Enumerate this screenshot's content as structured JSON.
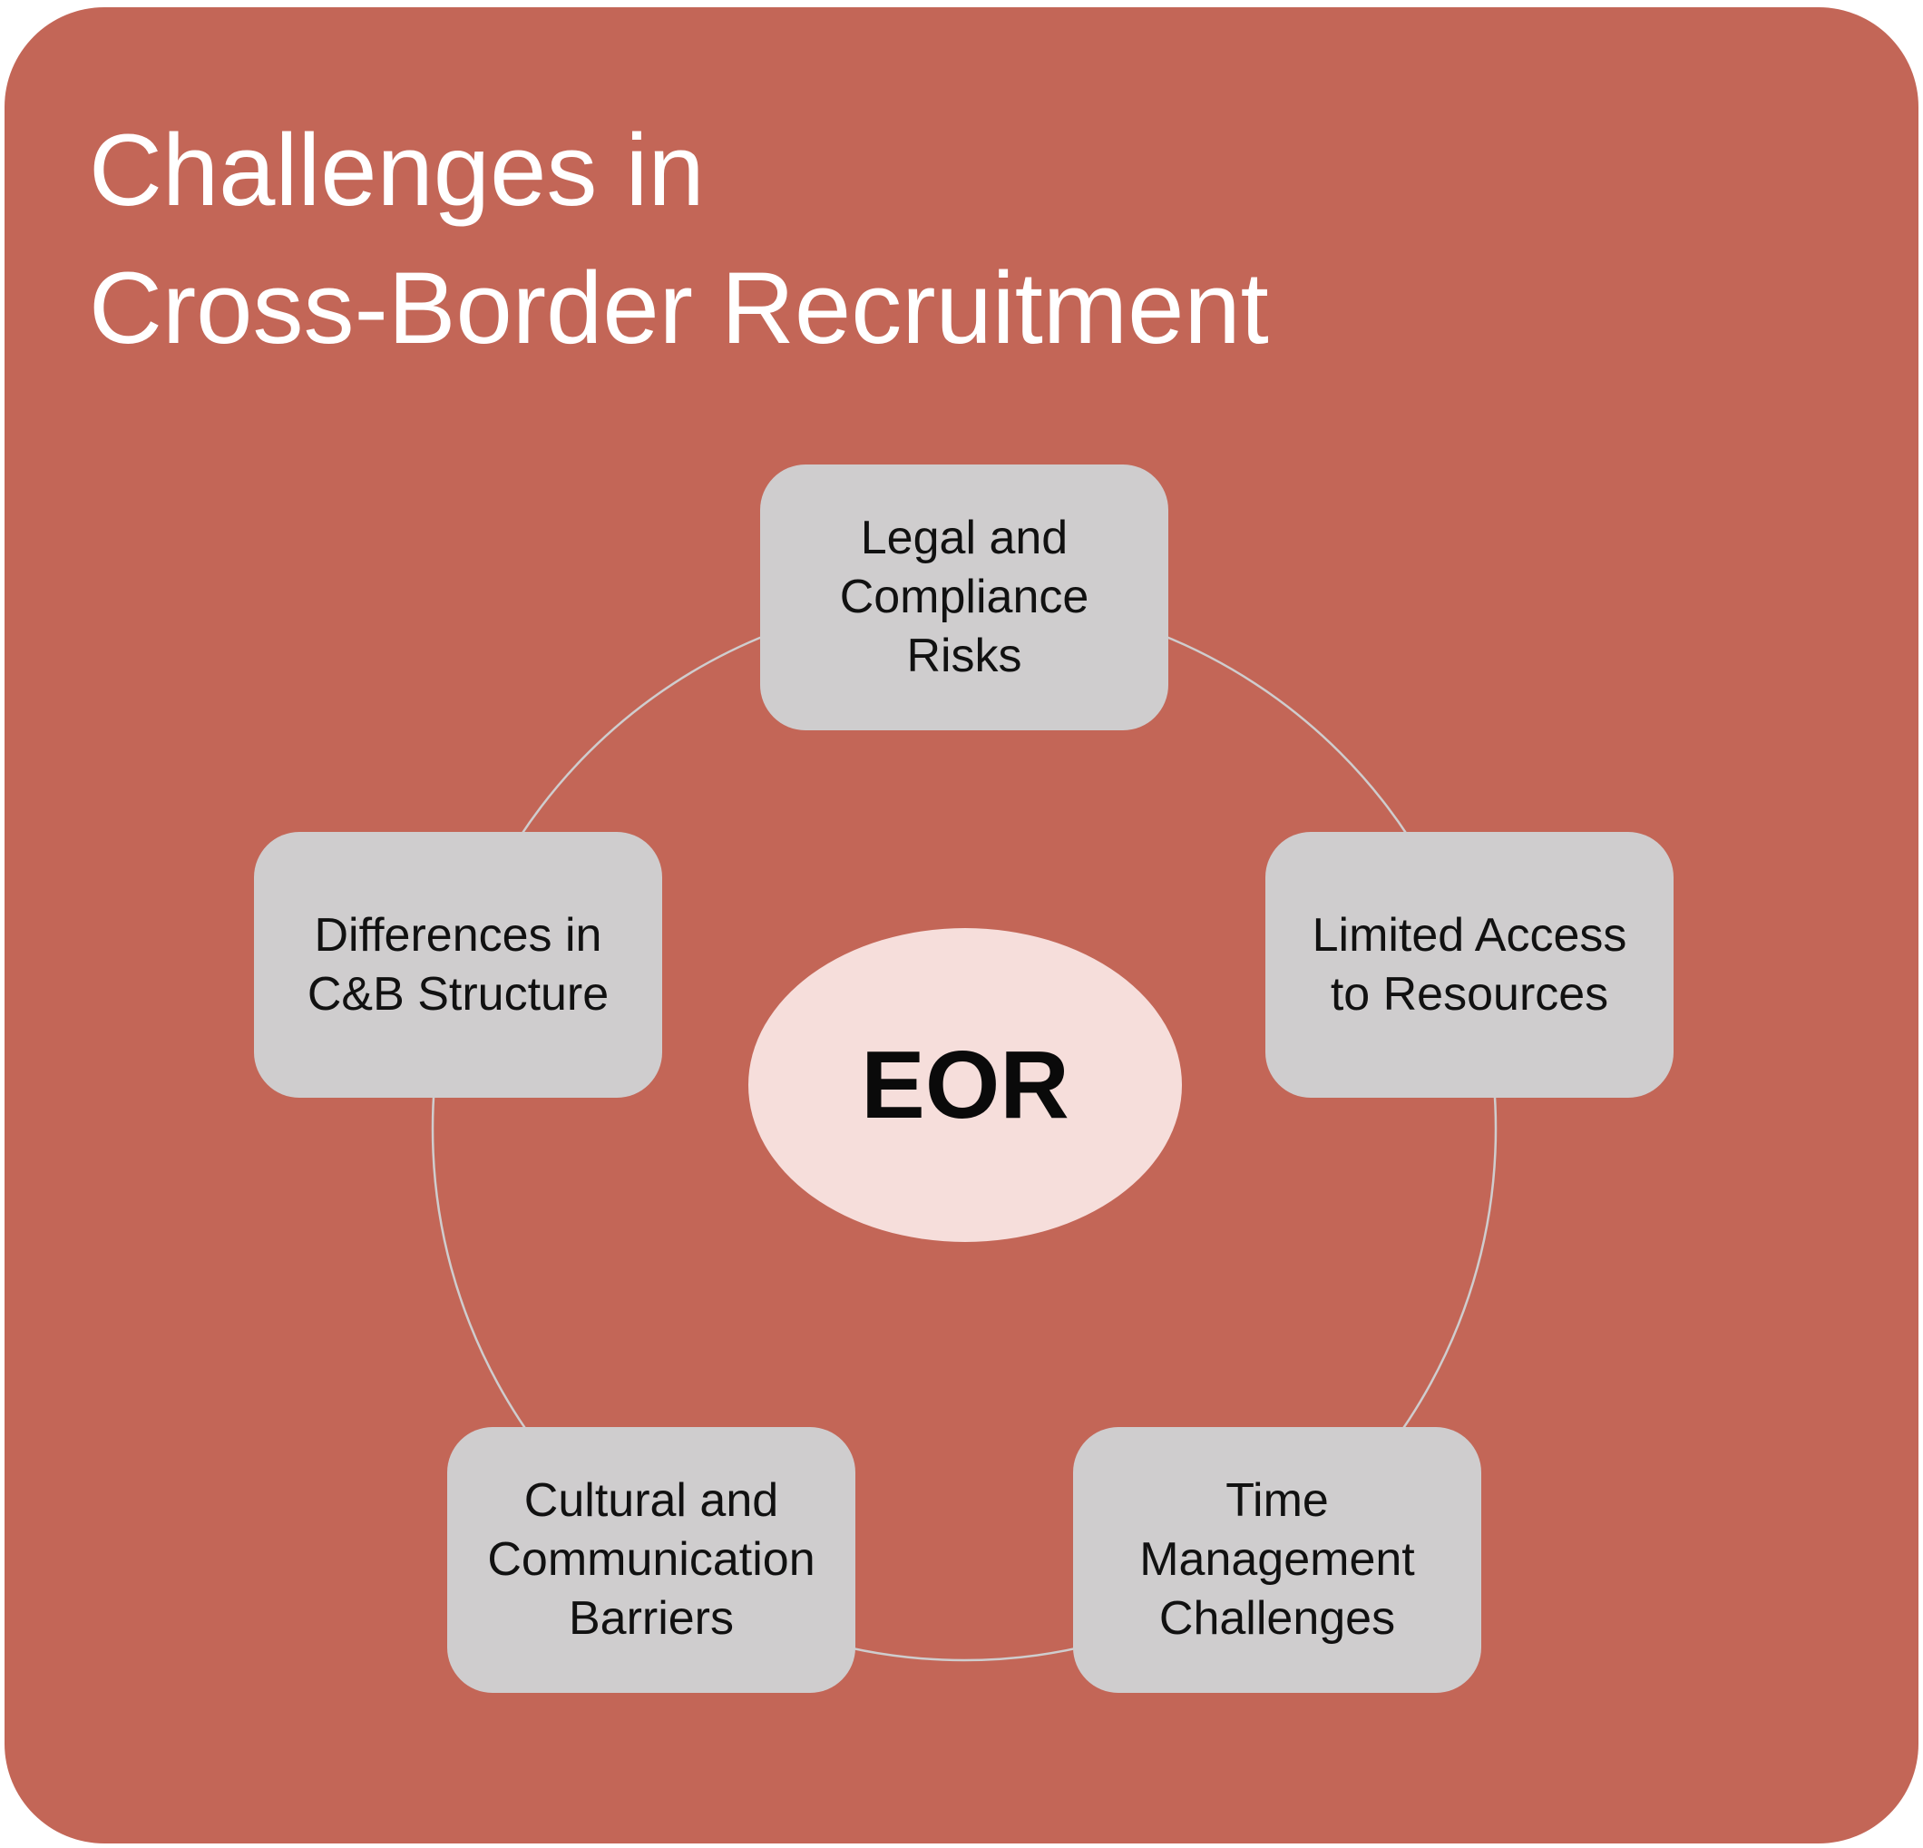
{
  "title": {
    "line1": "Challenges in",
    "line2": "Cross-Border Recruitment"
  },
  "center": {
    "label": "EOR"
  },
  "nodes": [
    {
      "id": "legal",
      "lines": [
        "Legal and",
        "Compliance",
        "Risks"
      ]
    },
    {
      "id": "resources",
      "lines": [
        "Limited Access",
        "to Resources"
      ]
    },
    {
      "id": "time",
      "lines": [
        "Time",
        "Management",
        "Challenges"
      ]
    },
    {
      "id": "cultural",
      "lines": [
        "Cultural and",
        "Communication",
        "Barriers"
      ]
    },
    {
      "id": "cnb",
      "lines": [
        "Differences in",
        "C&B Structure"
      ]
    }
  ],
  "colors": {
    "panel": "#C36657",
    "node_fill": "#CFCDCE",
    "center_fill": "#F6DEDB",
    "ring_stroke": "#CFCDCE",
    "title_text": "#FFFFFF"
  }
}
